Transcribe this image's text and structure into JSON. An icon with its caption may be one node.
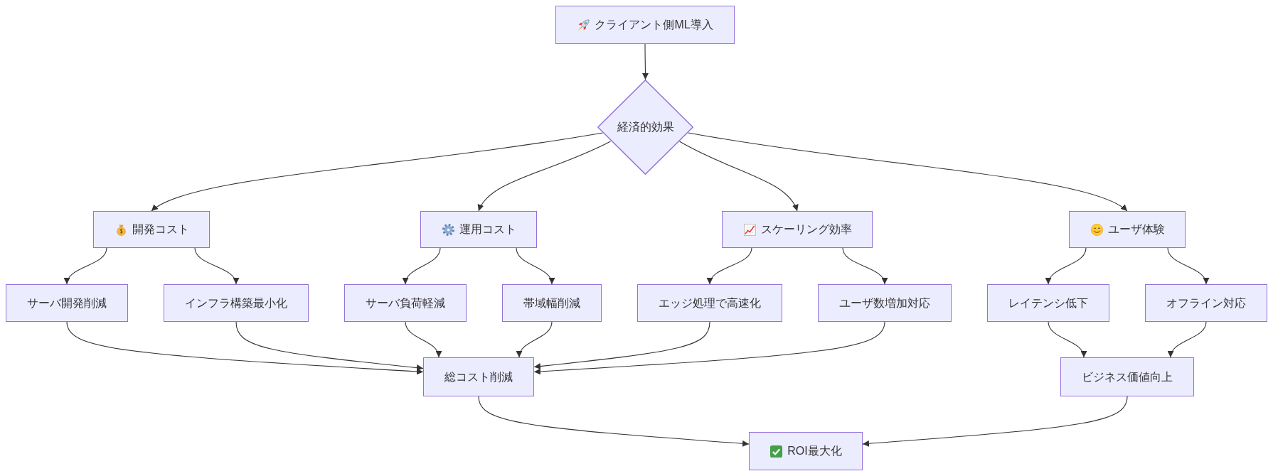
{
  "diagram": {
    "nodes": [
      {
        "text": [
          "クライアント側ML導入"
        ]
      },
      {
        "text": [
          "経済的効果"
        ]
      },
      {
        "text": [
          "開発コスト"
        ]
      },
      {
        "text": [
          "運用コスト"
        ]
      },
      {
        "text": [
          "スケーリング効率"
        ]
      },
      {
        "text": [
          "ユーザ体験"
        ]
      },
      {
        "text": [
          "サーバ開発削減"
        ]
      },
      {
        "text": [
          "インフラ構築最小化"
        ]
      },
      {
        "text": [
          "サーバ負荷軽減"
        ]
      },
      {
        "text": [
          "帯域幅削減"
        ]
      },
      {
        "text": [
          "エッジ処理で高速化"
        ]
      },
      {
        "text": [
          "ユーザ数増加対応"
        ]
      },
      {
        "text": [
          "レイテンシ低下"
        ]
      },
      {
        "text": [
          "オフライン対応"
        ]
      },
      {
        "text": [
          "総コスト削減"
        ]
      },
      {
        "text": [
          "ビジネス価値向上"
        ]
      },
      {
        "text": [
          "ROI最大化"
        ]
      }
    ],
    "edges": [
      {
        "from": 0,
        "to": 1,
        "arrow": "to"
      },
      {
        "from": 1,
        "to": 2,
        "arrow": "to"
      },
      {
        "from": 1,
        "to": 3,
        "arrow": "to"
      },
      {
        "from": 1,
        "to": 4,
        "arrow": "to"
      },
      {
        "from": 1,
        "to": 5,
        "arrow": "to"
      },
      {
        "from": 2,
        "to": 6,
        "arrow": "to"
      },
      {
        "from": 2,
        "to": 7,
        "arrow": "to"
      },
      {
        "from": 3,
        "to": 8,
        "arrow": "to"
      },
      {
        "from": 3,
        "to": 9,
        "arrow": "to"
      },
      {
        "from": 4,
        "to": 10,
        "arrow": "to"
      },
      {
        "from": 4,
        "to": 11,
        "arrow": "to"
      },
      {
        "from": 5,
        "to": 12,
        "arrow": "to"
      },
      {
        "from": 5,
        "to": 13,
        "arrow": "to"
      },
      {
        "from": 6,
        "to": 14,
        "arrow": "to"
      },
      {
        "from": 7,
        "to": 14,
        "arrow": "to"
      },
      {
        "from": 8,
        "to": 14,
        "arrow": "to"
      },
      {
        "from": 9,
        "to": 14,
        "arrow": "to"
      },
      {
        "from": 10,
        "to": 14,
        "arrow": "to"
      },
      {
        "from": 11,
        "to": 14,
        "arrow": "to"
      },
      {
        "from": 12,
        "to": 15,
        "arrow": "to"
      },
      {
        "from": 13,
        "to": 15,
        "arrow": "to"
      },
      {
        "from": 14,
        "to": 16,
        "arrow": "to"
      },
      {
        "from": 15,
        "to": 16,
        "arrow": "to"
      }
    ]
  }
}
